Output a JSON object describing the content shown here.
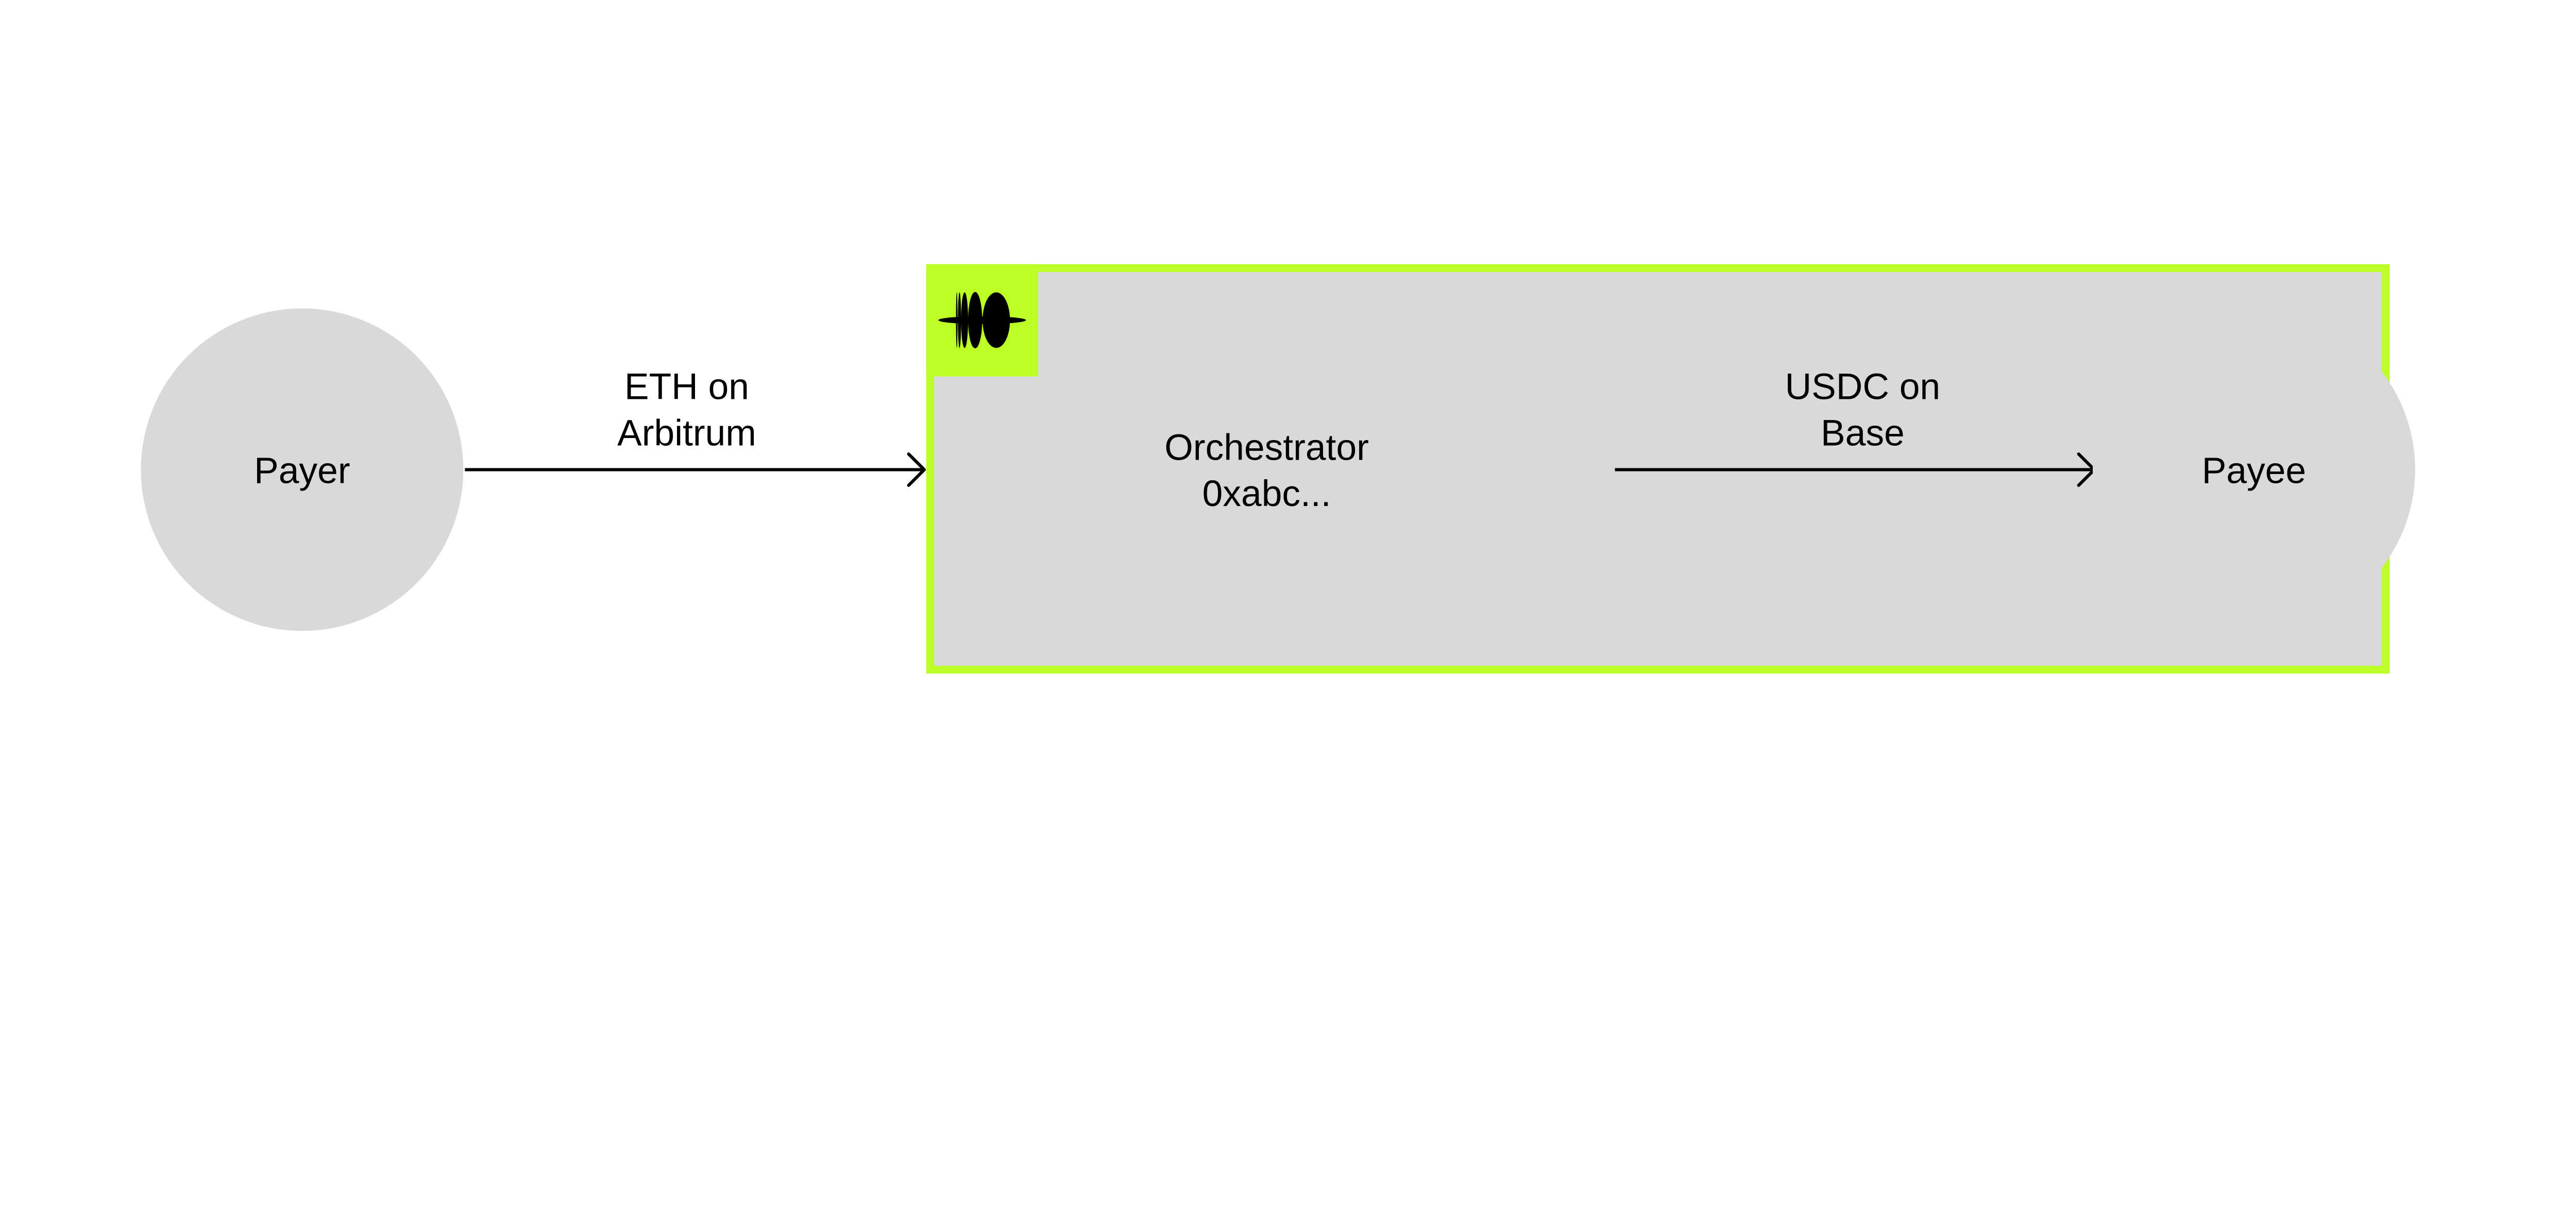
{
  "nodes": {
    "payer": {
      "label": "Payer"
    },
    "orchestrator": {
      "line1": "Orchestrator",
      "line2": "0xabc..."
    },
    "payee": {
      "label": "Payee"
    }
  },
  "edges": [
    {
      "from": "payer",
      "to": "orchestrator",
      "line1": "ETH on",
      "line2": "Arbitrum"
    },
    {
      "from": "orchestrator",
      "to": "payee",
      "line1": "USDC on",
      "line2": "Base"
    }
  ],
  "logo": {
    "icon": "orchestrator-logo-icon"
  },
  "colors": {
    "node_fill": "#d9d9d9",
    "accent": "#bbff26",
    "line": "#000000",
    "background": "#ffffff"
  }
}
